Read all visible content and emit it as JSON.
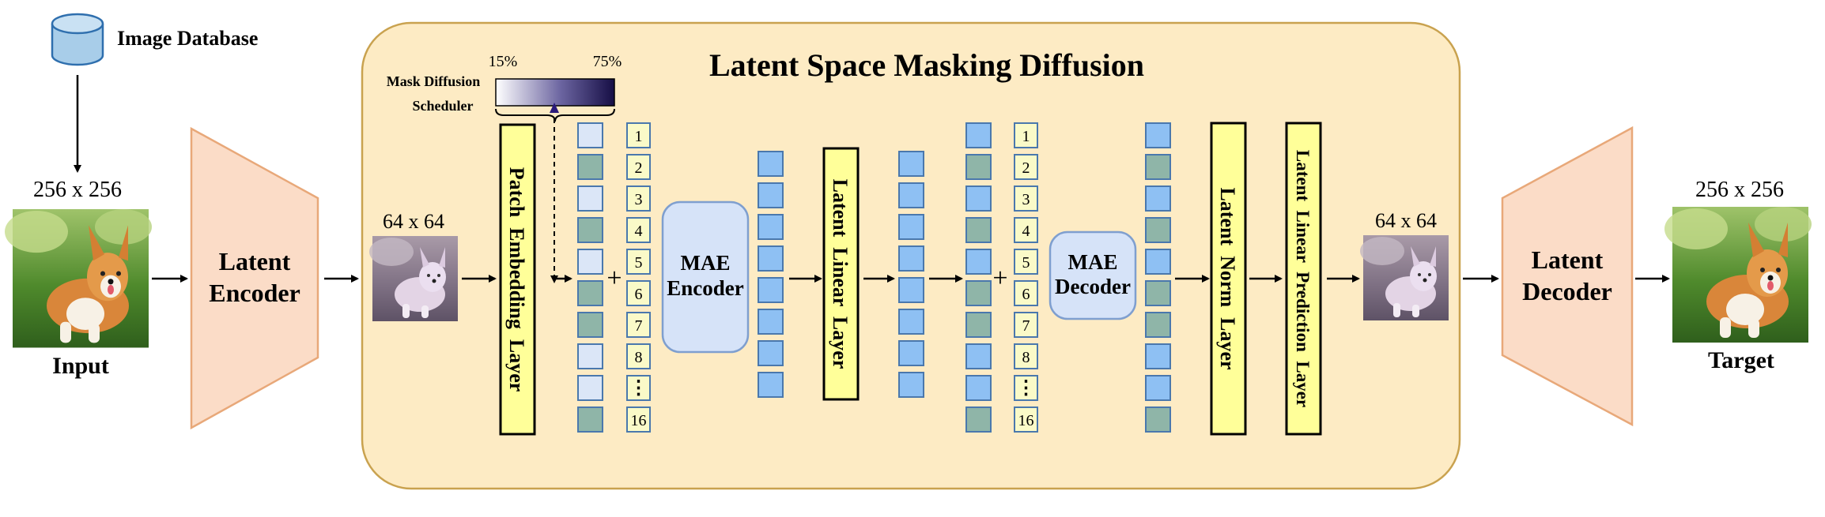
{
  "title": "Latent Space Masking Diffusion",
  "database_label": "Image Database",
  "input": {
    "size": "256 x 256",
    "caption": "Input"
  },
  "latent_encoder": {
    "line1": "Latent",
    "line2": "Encoder"
  },
  "latent_input": {
    "size": "64 x 64"
  },
  "scheduler": {
    "line1": "Mask Diffusion",
    "line2": "Scheduler",
    "min_label": "15%",
    "max_label": "75%"
  },
  "patch_embedding": {
    "label": "Patch  Embedding  Layer"
  },
  "mae_encoder": {
    "line1": "MAE",
    "line2": "Encoder"
  },
  "latent_linear": {
    "label": "Latent  Linear  Layer"
  },
  "mae_decoder": {
    "line1": "MAE",
    "line2": "Decoder"
  },
  "latent_norm": {
    "label": "Latent  Norm  Layer"
  },
  "latent_linear_pred": {
    "label": "Latent  Linear  Prediction  Layer"
  },
  "latent_output": {
    "size": "64 x 64"
  },
  "latent_decoder": {
    "line1": "Latent",
    "line2": "Decoder"
  },
  "target": {
    "size": "256 x 256",
    "caption": "Target"
  },
  "plus_symbol": "+",
  "position_labels": [
    "1",
    "2",
    "3",
    "4",
    "5",
    "6",
    "7",
    "8",
    "⋮",
    "16"
  ],
  "token_masks": {
    "after_patch_embedding": [
      0,
      1,
      0,
      1,
      0,
      1,
      1,
      0,
      0,
      1
    ],
    "before_decoder": [
      2,
      1,
      2,
      1,
      2,
      1,
      1,
      2,
      2,
      1
    ],
    "after_decoder": [
      2,
      1,
      2,
      1,
      2,
      1,
      1,
      2,
      2,
      1
    ]
  },
  "colors": {
    "panel_fill": "#fdebc4",
    "panel_stroke": "#c9a24f",
    "encoder_fill": "#fbdcc7",
    "encoder_stroke": "#e8a879",
    "layer_fill": "#ffff99",
    "mae_fill": "#d6e3f8",
    "mae_stroke": "#7f9fcf",
    "token_visible": "#dbe6f7",
    "token_masked": "#8fb5a8",
    "token_blue": "#8ec0f3",
    "token_stroke": "#4a78ad",
    "index_fill": "#fafac8",
    "gradient_start": "#ffffff",
    "gradient_end": "#1a1247"
  }
}
